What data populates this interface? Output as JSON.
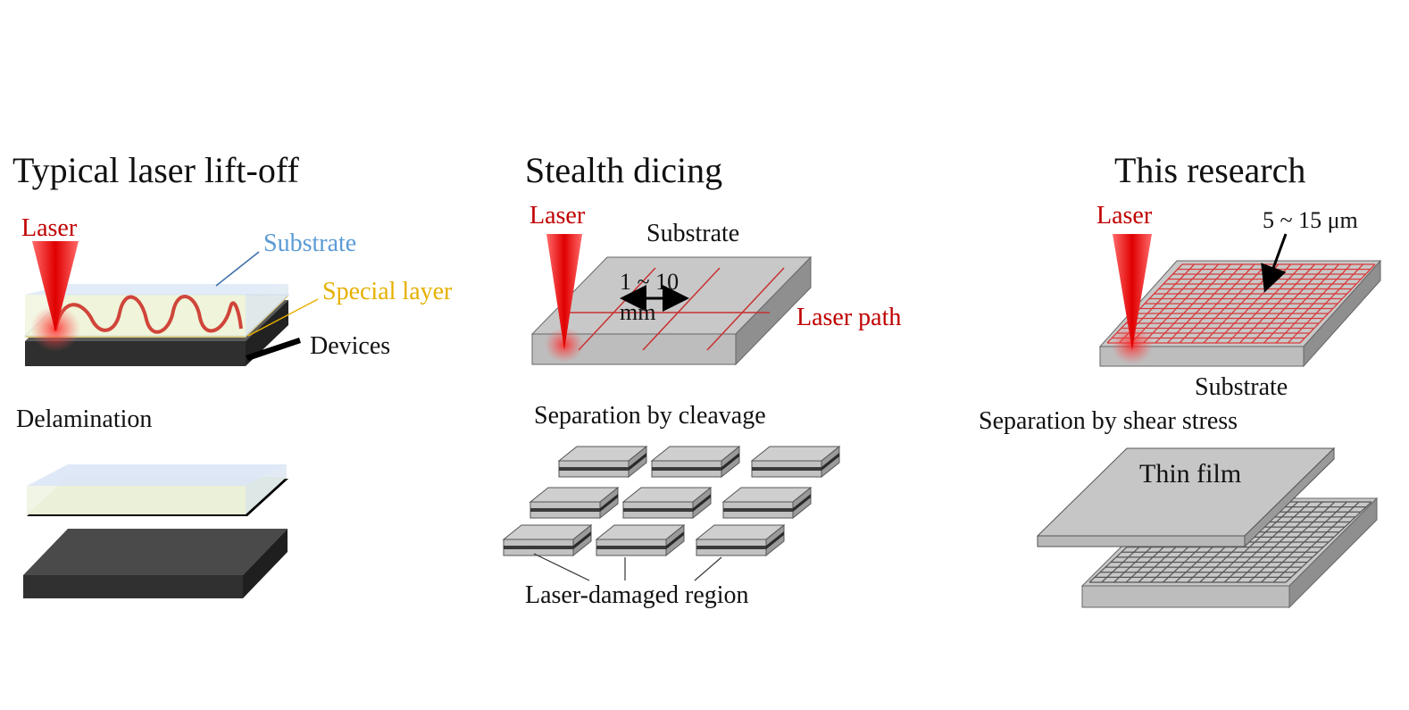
{
  "panels": {
    "left": {
      "title": "Typical laser lift-off",
      "laser_label": "Laser",
      "substrate_label": "Substrate",
      "special_layer_label": "Special layer",
      "devices_label": "Devices",
      "step_label": "Delamination"
    },
    "middle": {
      "title": "Stealth dicing",
      "laser_label": "Laser",
      "substrate_label": "Substrate",
      "spacing_label_line1": "1 ~ 10",
      "spacing_label_line2": "mm",
      "laser_path_label": "Laser path",
      "step_label": "Separation by cleavage",
      "damaged_label": "Laser-damaged region"
    },
    "right": {
      "title": "This research",
      "laser_label": "Laser",
      "spacing_label": "5 ~ 15 μm",
      "substrate_label": "Substrate",
      "step_label": "Separation by shear stress",
      "film_label": "Thin film"
    }
  },
  "colors": {
    "laser": "#e01010",
    "laser_text": "#c00000",
    "substrate_text": "#5b9bd5",
    "special_text": "#e6b000",
    "device_dark": "#3a3a3a",
    "gray_block": "#c8c8c8"
  }
}
